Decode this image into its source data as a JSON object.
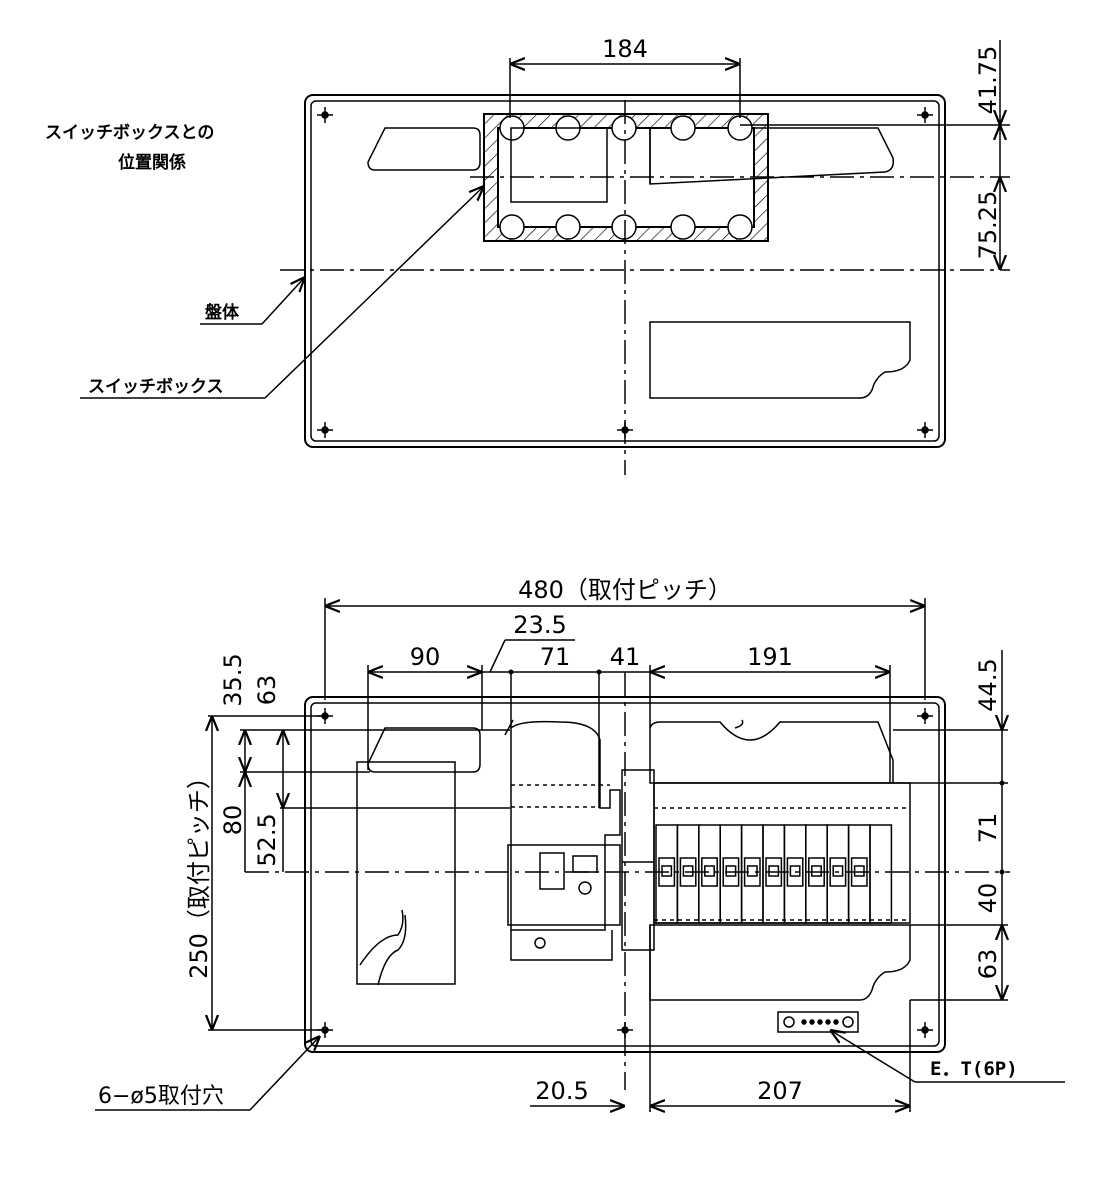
{
  "top_view": {
    "dim_width": "184",
    "dim_upper": "41.75",
    "dim_lower": "75.25",
    "title_line1": "スイッチボックスとの",
    "title_line2": "位置関係",
    "label_panel": "盤体",
    "label_switchbox": "スイッチボックス"
  },
  "bottom_view": {
    "dim_pitch_h": "480（取付ピッチ）",
    "dim_235": "23.5",
    "dim_90": "90",
    "dim_71_top": "71",
    "dim_41_top": "41",
    "dim_191": "191",
    "dim_355": "35.5",
    "dim_63_left": "63",
    "dim_80": "80",
    "dim_525": "52.5",
    "dim_pitch_v": "250（取付ピッチ）",
    "dim_445": "44.5",
    "dim_71_right": "71",
    "dim_40": "40",
    "dim_63_right": "63",
    "dim_205": "20.5",
    "dim_207": "207",
    "label_et": "E．T(6P)",
    "label_holes": "6−ø5取付穴"
  }
}
